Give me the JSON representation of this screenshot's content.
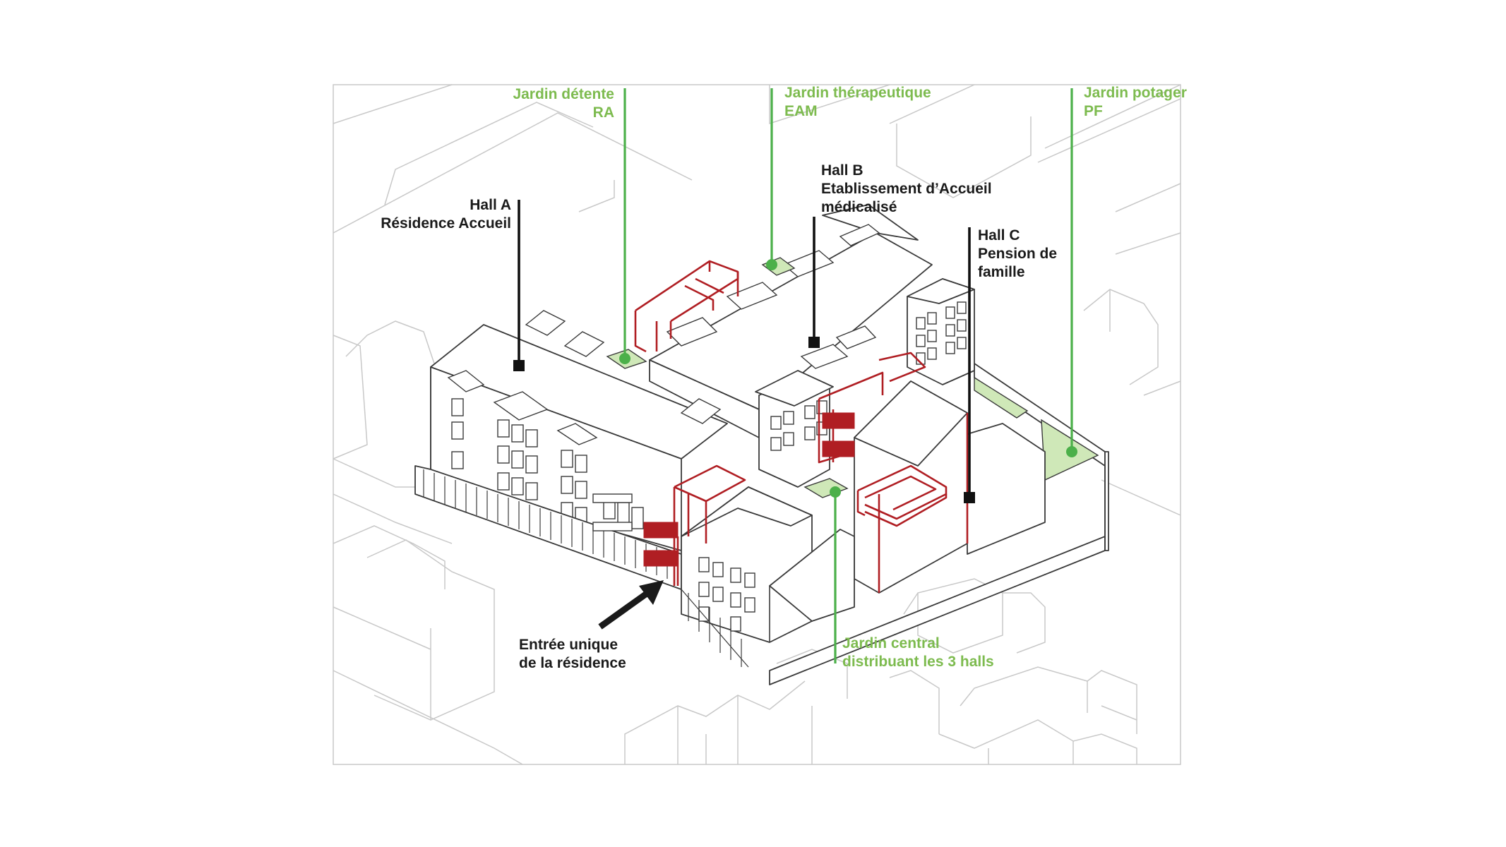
{
  "labels": {
    "garden_ra": {
      "line1": "Jardin détente",
      "line2": "RA"
    },
    "garden_eam": {
      "line1": "Jardin thérapeutique",
      "line2": "EAM"
    },
    "garden_pf": {
      "line1": "Jardin potager",
      "line2": "PF"
    },
    "hall_a": {
      "line1": "Hall A",
      "line2": "Résidence Accueil"
    },
    "hall_b": {
      "line1": "Hall B",
      "line2": "Etablissement d’Accueil",
      "line3": "médicalisé"
    },
    "hall_c": {
      "line1": "Hall C",
      "line2": "Pension de",
      "line3": "famille"
    },
    "entrance": {
      "line1": "Entrée unique",
      "line2": "de la résidence"
    },
    "garden_central": {
      "line1": "Jardin central",
      "line2": "distribuant les 3 halls"
    }
  },
  "colors": {
    "green_label": "#7dbb4f",
    "green_marker": "#4cb04a",
    "black_marker": "#111111",
    "accent_red": "#b01e23",
    "garden_fill": "#cfe8b8",
    "context_lines": "#c8c8c8"
  }
}
